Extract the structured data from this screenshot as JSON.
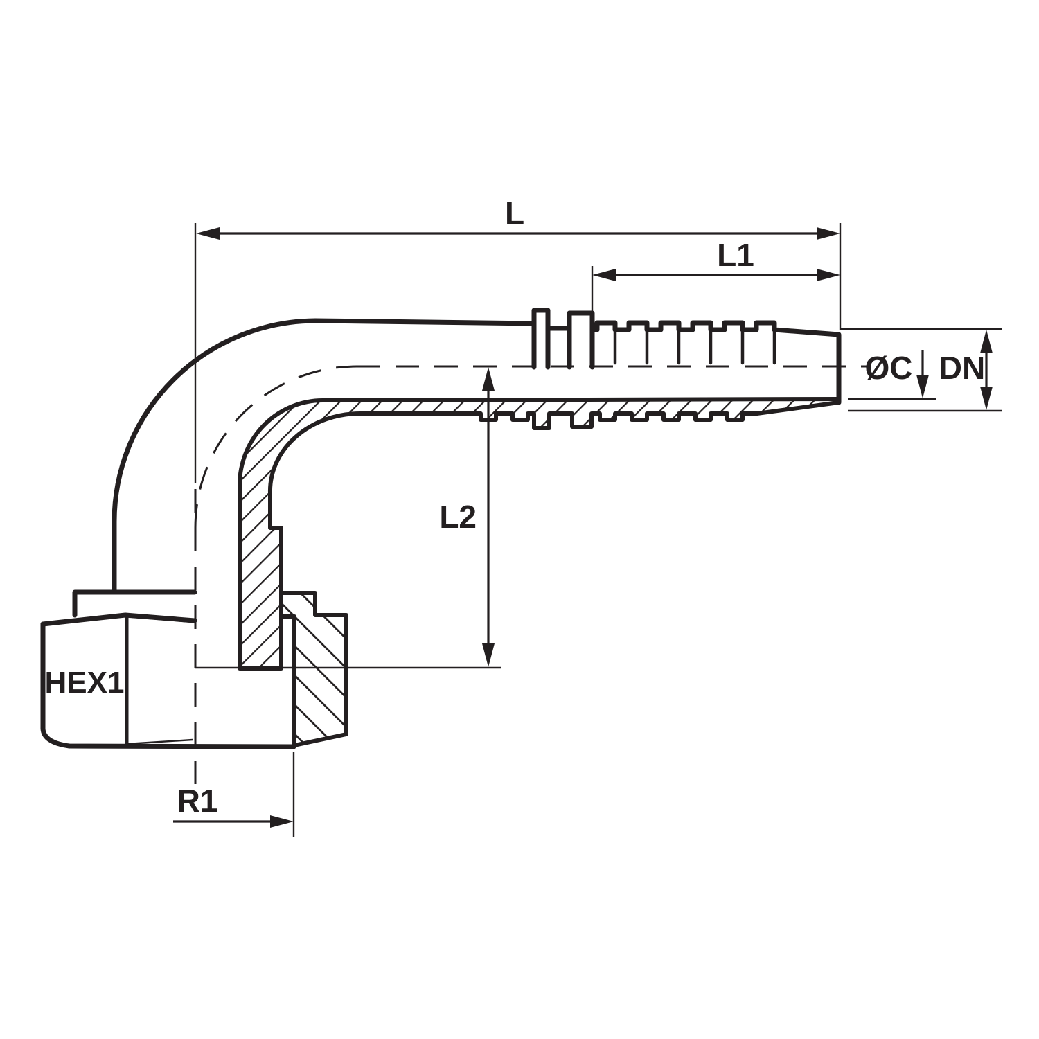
{
  "colors": {
    "ink": "#231f20",
    "background": "#ffffff"
  },
  "labels": {
    "l": "L",
    "l1": "L1",
    "l2": "L2",
    "oc": "ØC",
    "dn": "DN",
    "hex1": "HEX1",
    "r1": "R1"
  }
}
